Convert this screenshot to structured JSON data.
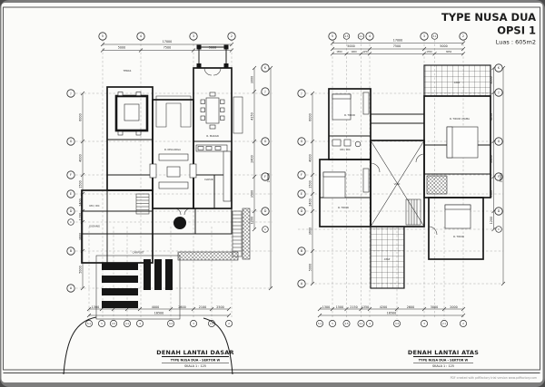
{
  "title_block": {
    "line1": "TYPE NUSA DUA",
    "line2": "OPSI 1",
    "area": "Luas : 605m2"
  },
  "footer": {
    "note": "PDF created with pdfFactory trial version  www.pdffactory.com"
  },
  "ground_floor": {
    "caption": "DENAH LANTAI DASAR",
    "caption_sub": "TYPE NUSA DUA  -  SEKTOR W",
    "caption_scale": "SKALA 1 : 125",
    "dim_total_top": "17000",
    "dims_top": [
      "5000",
      "7500",
      "5000"
    ],
    "grids_top": [
      "5",
      "4",
      "3",
      "2"
    ],
    "dim_total_bottom": "16500",
    "dims_bottom": [
      "1300",
      "1500",
      "2150",
      "1350",
      "4000",
      "2600",
      "2100",
      "2500"
    ],
    "grids_bottom": [
      "5.1",
      "5",
      "4.5",
      "4.1",
      "4",
      "3.3",
      "3",
      "2.2",
      "2"
    ],
    "grids_left": [
      "J",
      "G",
      "F",
      "E",
      "D",
      "C",
      "B",
      "A"
    ],
    "dims_left": [
      "6000",
      "4000",
      "1500",
      "2400",
      "1200",
      "3600",
      "5000"
    ],
    "grids_right": [
      "K",
      "J",
      "G",
      "F",
      "D",
      "C"
    ],
    "dims_right": [
      "3000",
      "4150",
      "2400",
      "3500",
      "1200"
    ],
    "dim_total_right": "24000",
    "rooms": {
      "teras": "TERAS",
      "makan": "R. MAKAN",
      "keluarga": "R. KELUARGA",
      "dapur": "DAPUR",
      "km": "KM / WC",
      "gudang": "GUDANG",
      "carport": "CARPORT"
    }
  },
  "upper_floor": {
    "caption": "DENAH LANTAI ATAS",
    "caption_sub": "TYPE NUSA DUA  -  SEKTOR W",
    "caption_scale": "SKALA 1 : 125",
    "dim_total_top": "17000",
    "dims_top": [
      "5000",
      "7500",
      "5000"
    ],
    "dims_top_sub": [
      "1850",
      "1900",
      "1250",
      "1350",
      "3650"
    ],
    "grids_top": [
      "5",
      "4.5",
      "4.1",
      "4",
      "3",
      "3.1",
      "2"
    ],
    "dim_total_bottom": "16500",
    "dims_bottom": [
      "1300",
      "1500",
      "2150",
      "1350",
      "4200",
      "2600",
      "3000",
      "2000"
    ],
    "grids_bottom": [
      "5.1",
      "5",
      "4.5",
      "4.1",
      "4",
      "3.3",
      "3",
      "2.1",
      "2"
    ],
    "grids_left": [
      "J",
      "G",
      "F",
      "E",
      "D",
      "B",
      "A"
    ],
    "dims_left": [
      "6000",
      "4000",
      "1500",
      "2400",
      "3600",
      "5000"
    ],
    "grids_right": [
      "K",
      "J",
      "G",
      "F",
      "D",
      "C"
    ],
    "dims_right": [
      "3000",
      "4150",
      "2400",
      "3500",
      "1200"
    ],
    "dim_total_right": "24000",
    "rooms": {
      "tidur1": "R. TIDUR",
      "tidur2": "R. TIDUR",
      "tidur3": "R. TIDUR UTAMA",
      "tidur4": "R. TIDUR",
      "km": "KM / WC",
      "void": "VOID",
      "atap": "ATAP",
      "balkon": "ATAP"
    }
  }
}
